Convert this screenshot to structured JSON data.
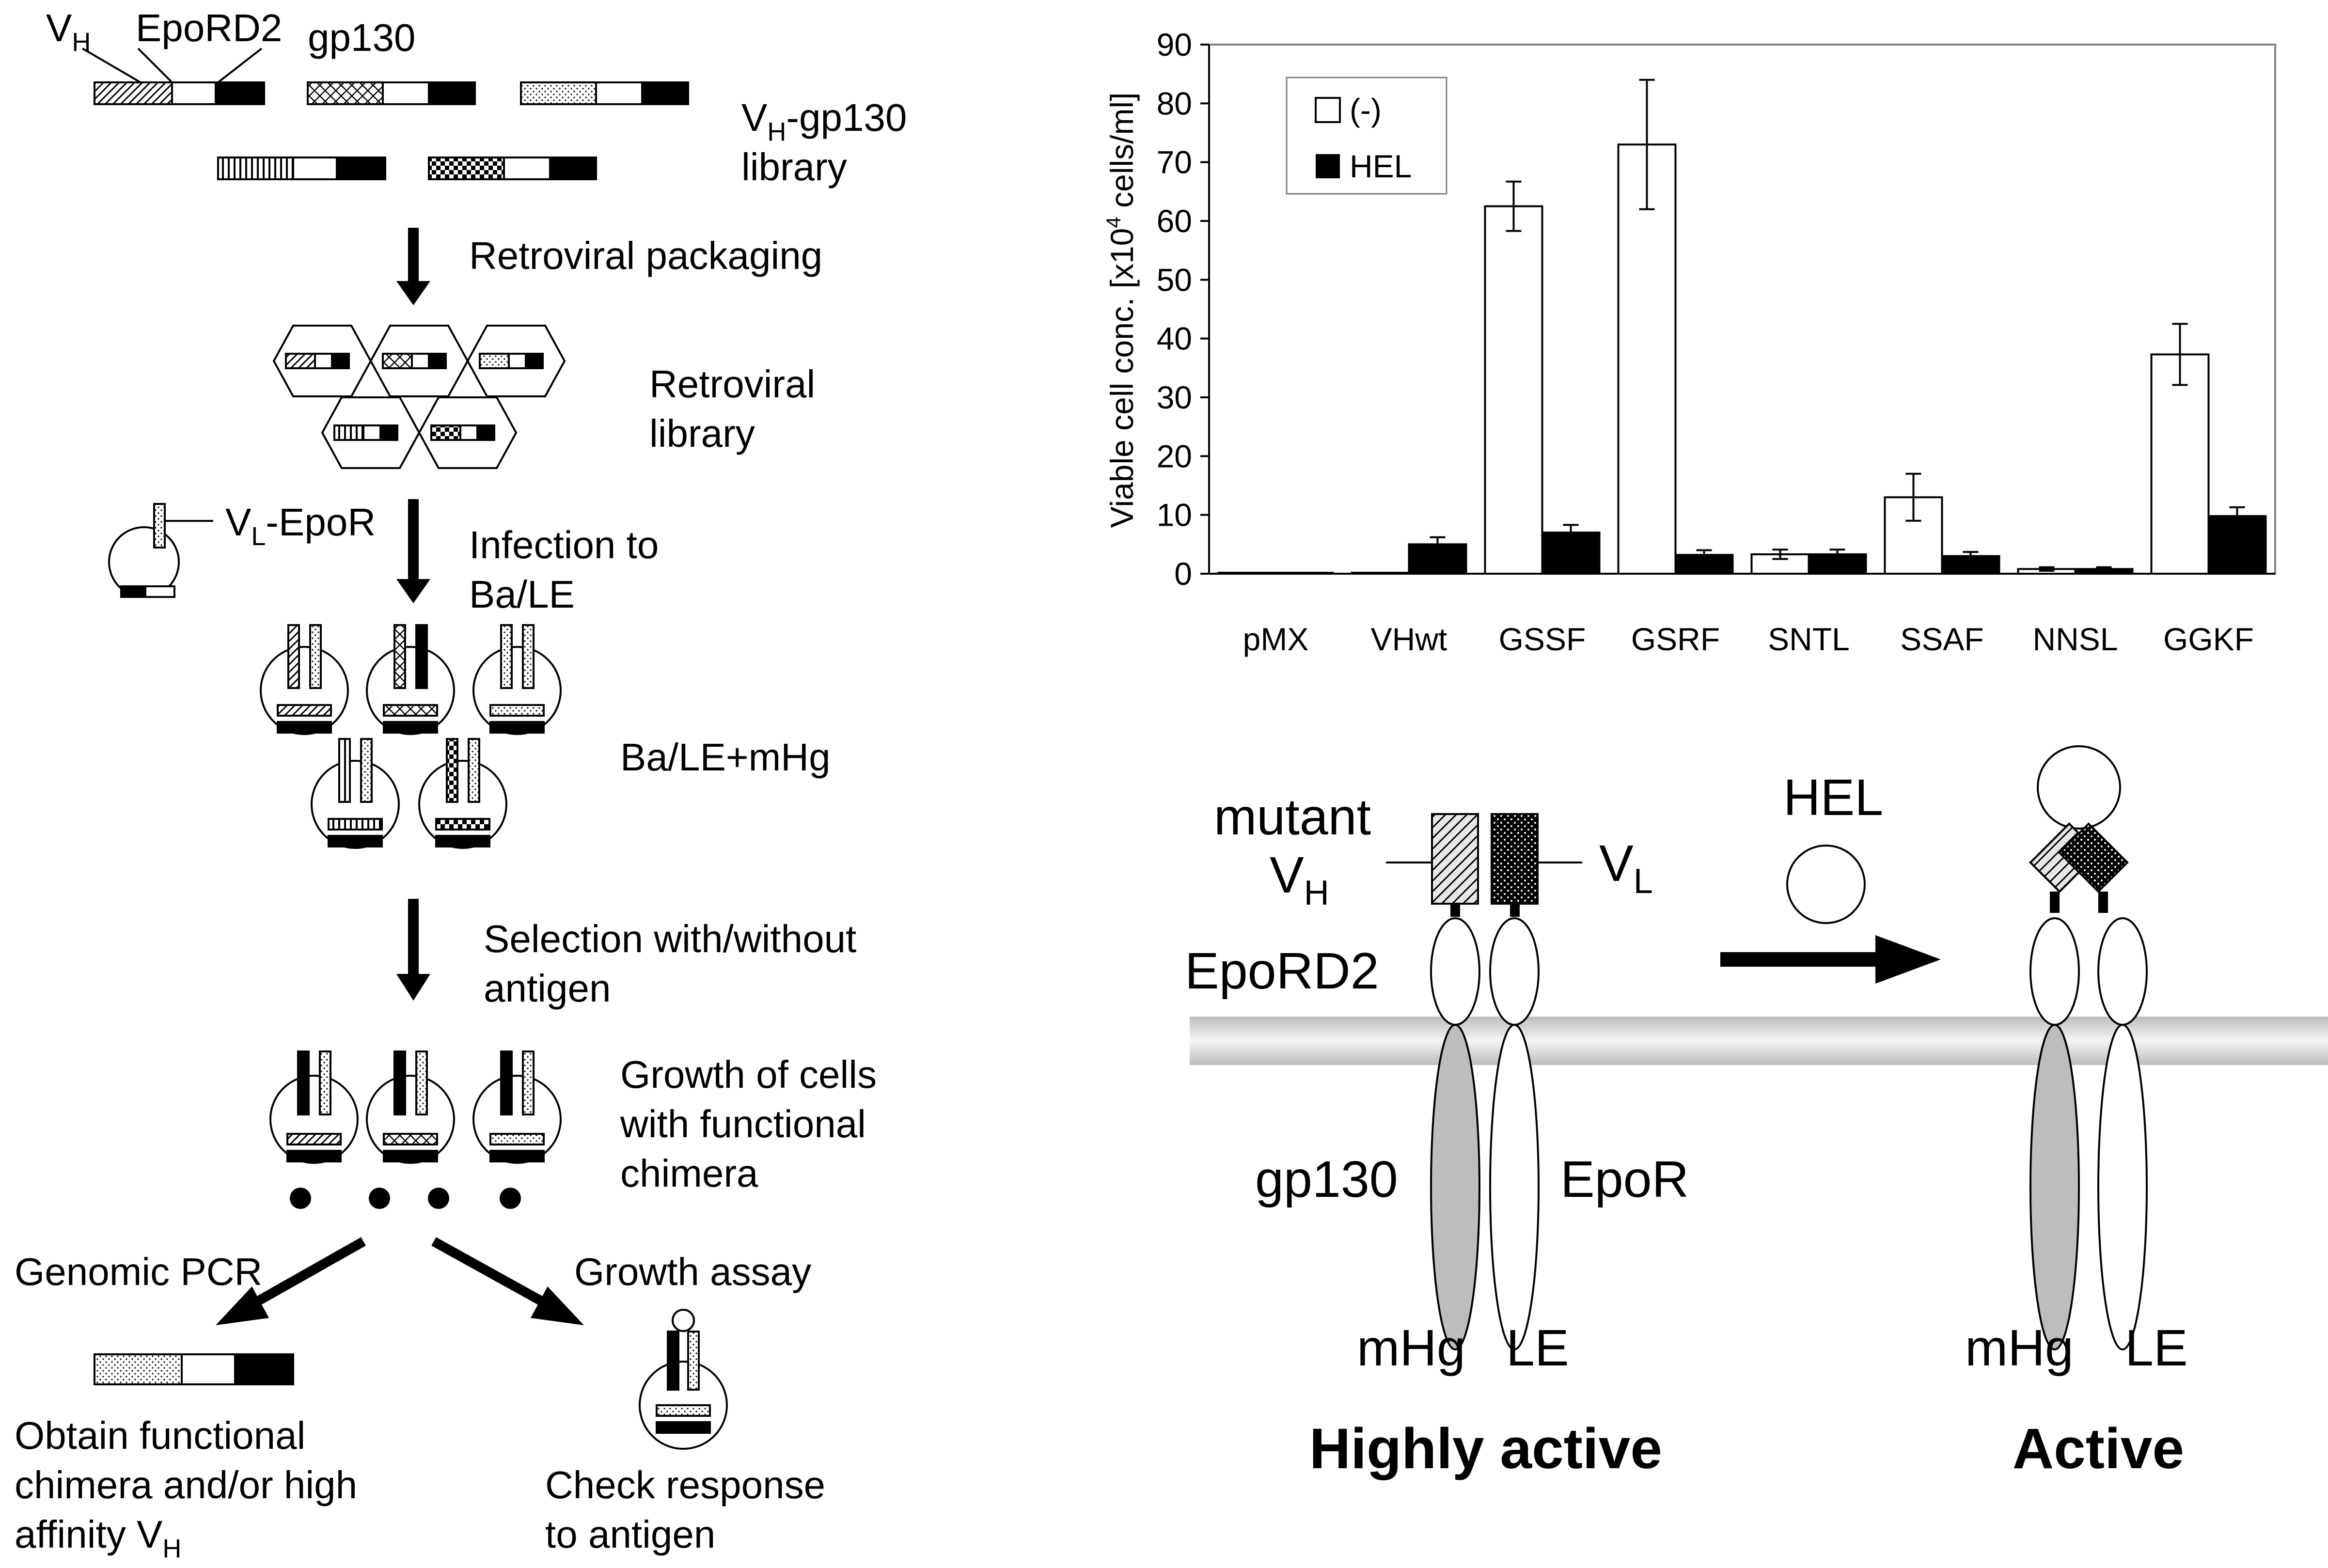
{
  "flow": {
    "vh_label": "V",
    "vh_sub": "H",
    "epord2_label": "EpoRD2",
    "gp130_label": "gp130",
    "library_line1_main": "V",
    "library_line1_sub": "H",
    "library_line1_rest": "-gp130",
    "library_line2": "library",
    "step_packaging": "Retroviral packaging",
    "retro_lib_line1": "Retroviral",
    "retro_lib_line2": "library",
    "vl_epor_main": "V",
    "vl_epor_sub": "L",
    "vl_epor_rest": "-EpoR",
    "infection_line1": "Infection to",
    "infection_line2": "Ba/LE",
    "bale_mhg": "Ba/LE+mHg",
    "selection_line1": "Selection with/without",
    "selection_line2": "antigen",
    "growth_line1": "Growth of cells",
    "growth_line2": "with functional",
    "growth_line3": "chimera",
    "genomic_pcr": "Genomic PCR",
    "growth_assay": "Growth assay",
    "obtain_line1": "Obtain functional",
    "obtain_line2": "chimera and/or high",
    "obtain_line3_main": "affinity V",
    "obtain_line3_sub": "H",
    "check_line1": "Check response",
    "check_line2": "to antigen"
  },
  "chart_data": {
    "type": "bar",
    "categories": [
      "pMX",
      "VHwt",
      "GSSF",
      "GSRF",
      "SNTL",
      "SSAF",
      "NNSL",
      "GGKF"
    ],
    "series": [
      {
        "name": "(-)",
        "values": [
          0,
          0,
          62.5,
          73,
          3.3,
          13,
          0.8,
          37.3
        ],
        "errors": [
          0,
          0,
          4.2,
          11,
          0.8,
          4,
          0.3,
          5.2
        ],
        "color": "#ffffff"
      },
      {
        "name": "HEL",
        "values": [
          0,
          5,
          7,
          3.2,
          3.3,
          3,
          0.8,
          9.8
        ],
        "errors": [
          0,
          1.2,
          1.3,
          0.8,
          0.8,
          0.7,
          0.3,
          1.5
        ],
        "color": "#000000"
      }
    ],
    "ylabel_pre": "Viable cell conc. [x10",
    "ylabel_sup": "4",
    "ylabel_post": " cells/ml]",
    "ylim": [
      0,
      90
    ],
    "yticks": [
      0,
      10,
      20,
      30,
      40,
      50,
      60,
      70,
      80,
      90
    ],
    "grid": false,
    "legend_position": "top-left"
  },
  "model": {
    "mutant": "mutant",
    "vh_main": "V",
    "vh_sub": "H",
    "vl_main": "V",
    "vl_sub": "L",
    "epord2": "EpoRD2",
    "gp130": "gp130",
    "epor": "EpoR",
    "mhg_left": "mHg",
    "le_left": "LE",
    "hel": "HEL",
    "mhg_right": "mHg",
    "le_right": "LE",
    "state_left": "Highly active",
    "state_right": "Active"
  }
}
